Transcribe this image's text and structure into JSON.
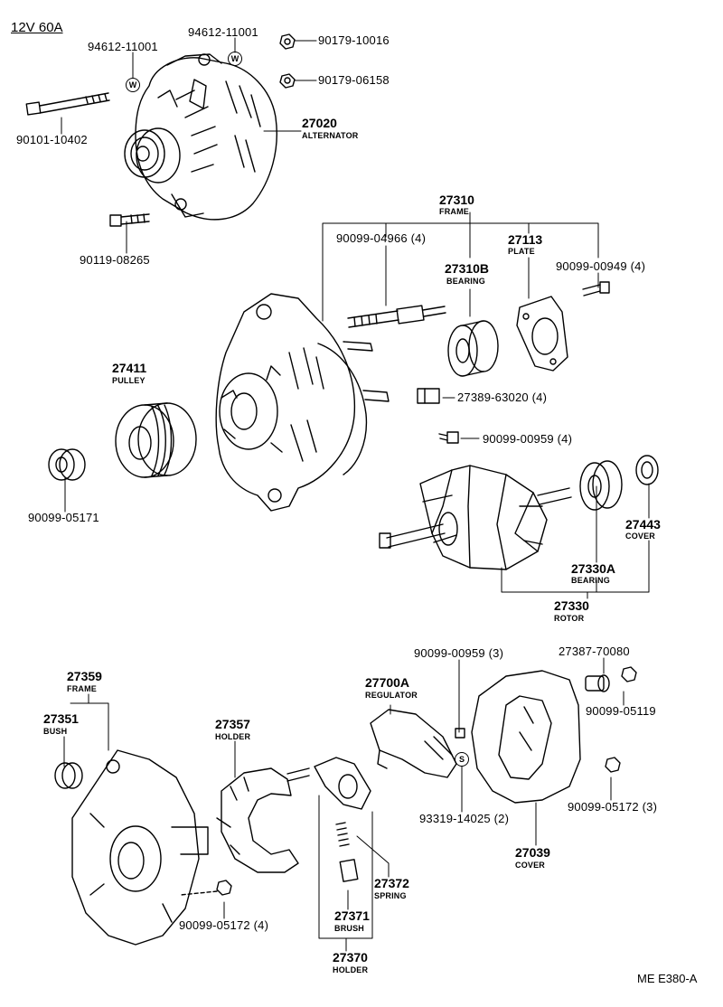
{
  "title": "12V 60A",
  "code": "ME E380-A",
  "labels": {
    "p94612a": "94612-11001",
    "p94612b": "94612-11001",
    "p90179a": "90179-10016",
    "p90179b": "90179-06158",
    "p90101": "90101-10402",
    "p27020": "27020",
    "p27020n": "ALTERNATOR",
    "p90119": "90119-08265",
    "p27310": "27310",
    "p27310n": "FRAME",
    "p90099_04966": "90099-04966 (4)",
    "p27113": "27113",
    "p27113n": "PLATE",
    "p90099_00949": "90099-00949 (4)",
    "p27310B": "27310B",
    "p27310Bn": "BEARING",
    "p27411": "27411",
    "p27411n": "PULLEY",
    "p27389": "27389-63020 (4)",
    "p90099_00959a": "90099-00959 (4)",
    "p90099_05171": "90099-05171",
    "p27443": "27443",
    "p27443n": "COVER",
    "p27330A": "27330A",
    "p27330An": "BEARING",
    "p27330": "27330",
    "p27330n": "ROTOR",
    "p90099_00959b": "90099-00959 (3)",
    "p27387": "27387-70080",
    "p27359": "27359",
    "p27359n": "FRAME",
    "p27700A": "27700A",
    "p27700An": "REGULATOR",
    "p90099_05119": "90099-05119",
    "p27351": "27351",
    "p27351n": "BUSH",
    "p27357": "27357",
    "p27357n": "HOLDER",
    "p93319": "93319-14025 (2)",
    "p90099_05172a": "90099-05172 (3)",
    "p27039": "27039",
    "p27039n": "COVER",
    "p27372": "27372",
    "p27372n": "SPRING",
    "p27371": "27371",
    "p27371n": "BRUSH",
    "p90099_05172b": "90099-05172 (4)",
    "p27370": "27370",
    "p27370n": "HOLDER"
  },
  "symbols": {
    "washer_w1": "W",
    "washer_w2": "W",
    "seal_s": "S"
  }
}
